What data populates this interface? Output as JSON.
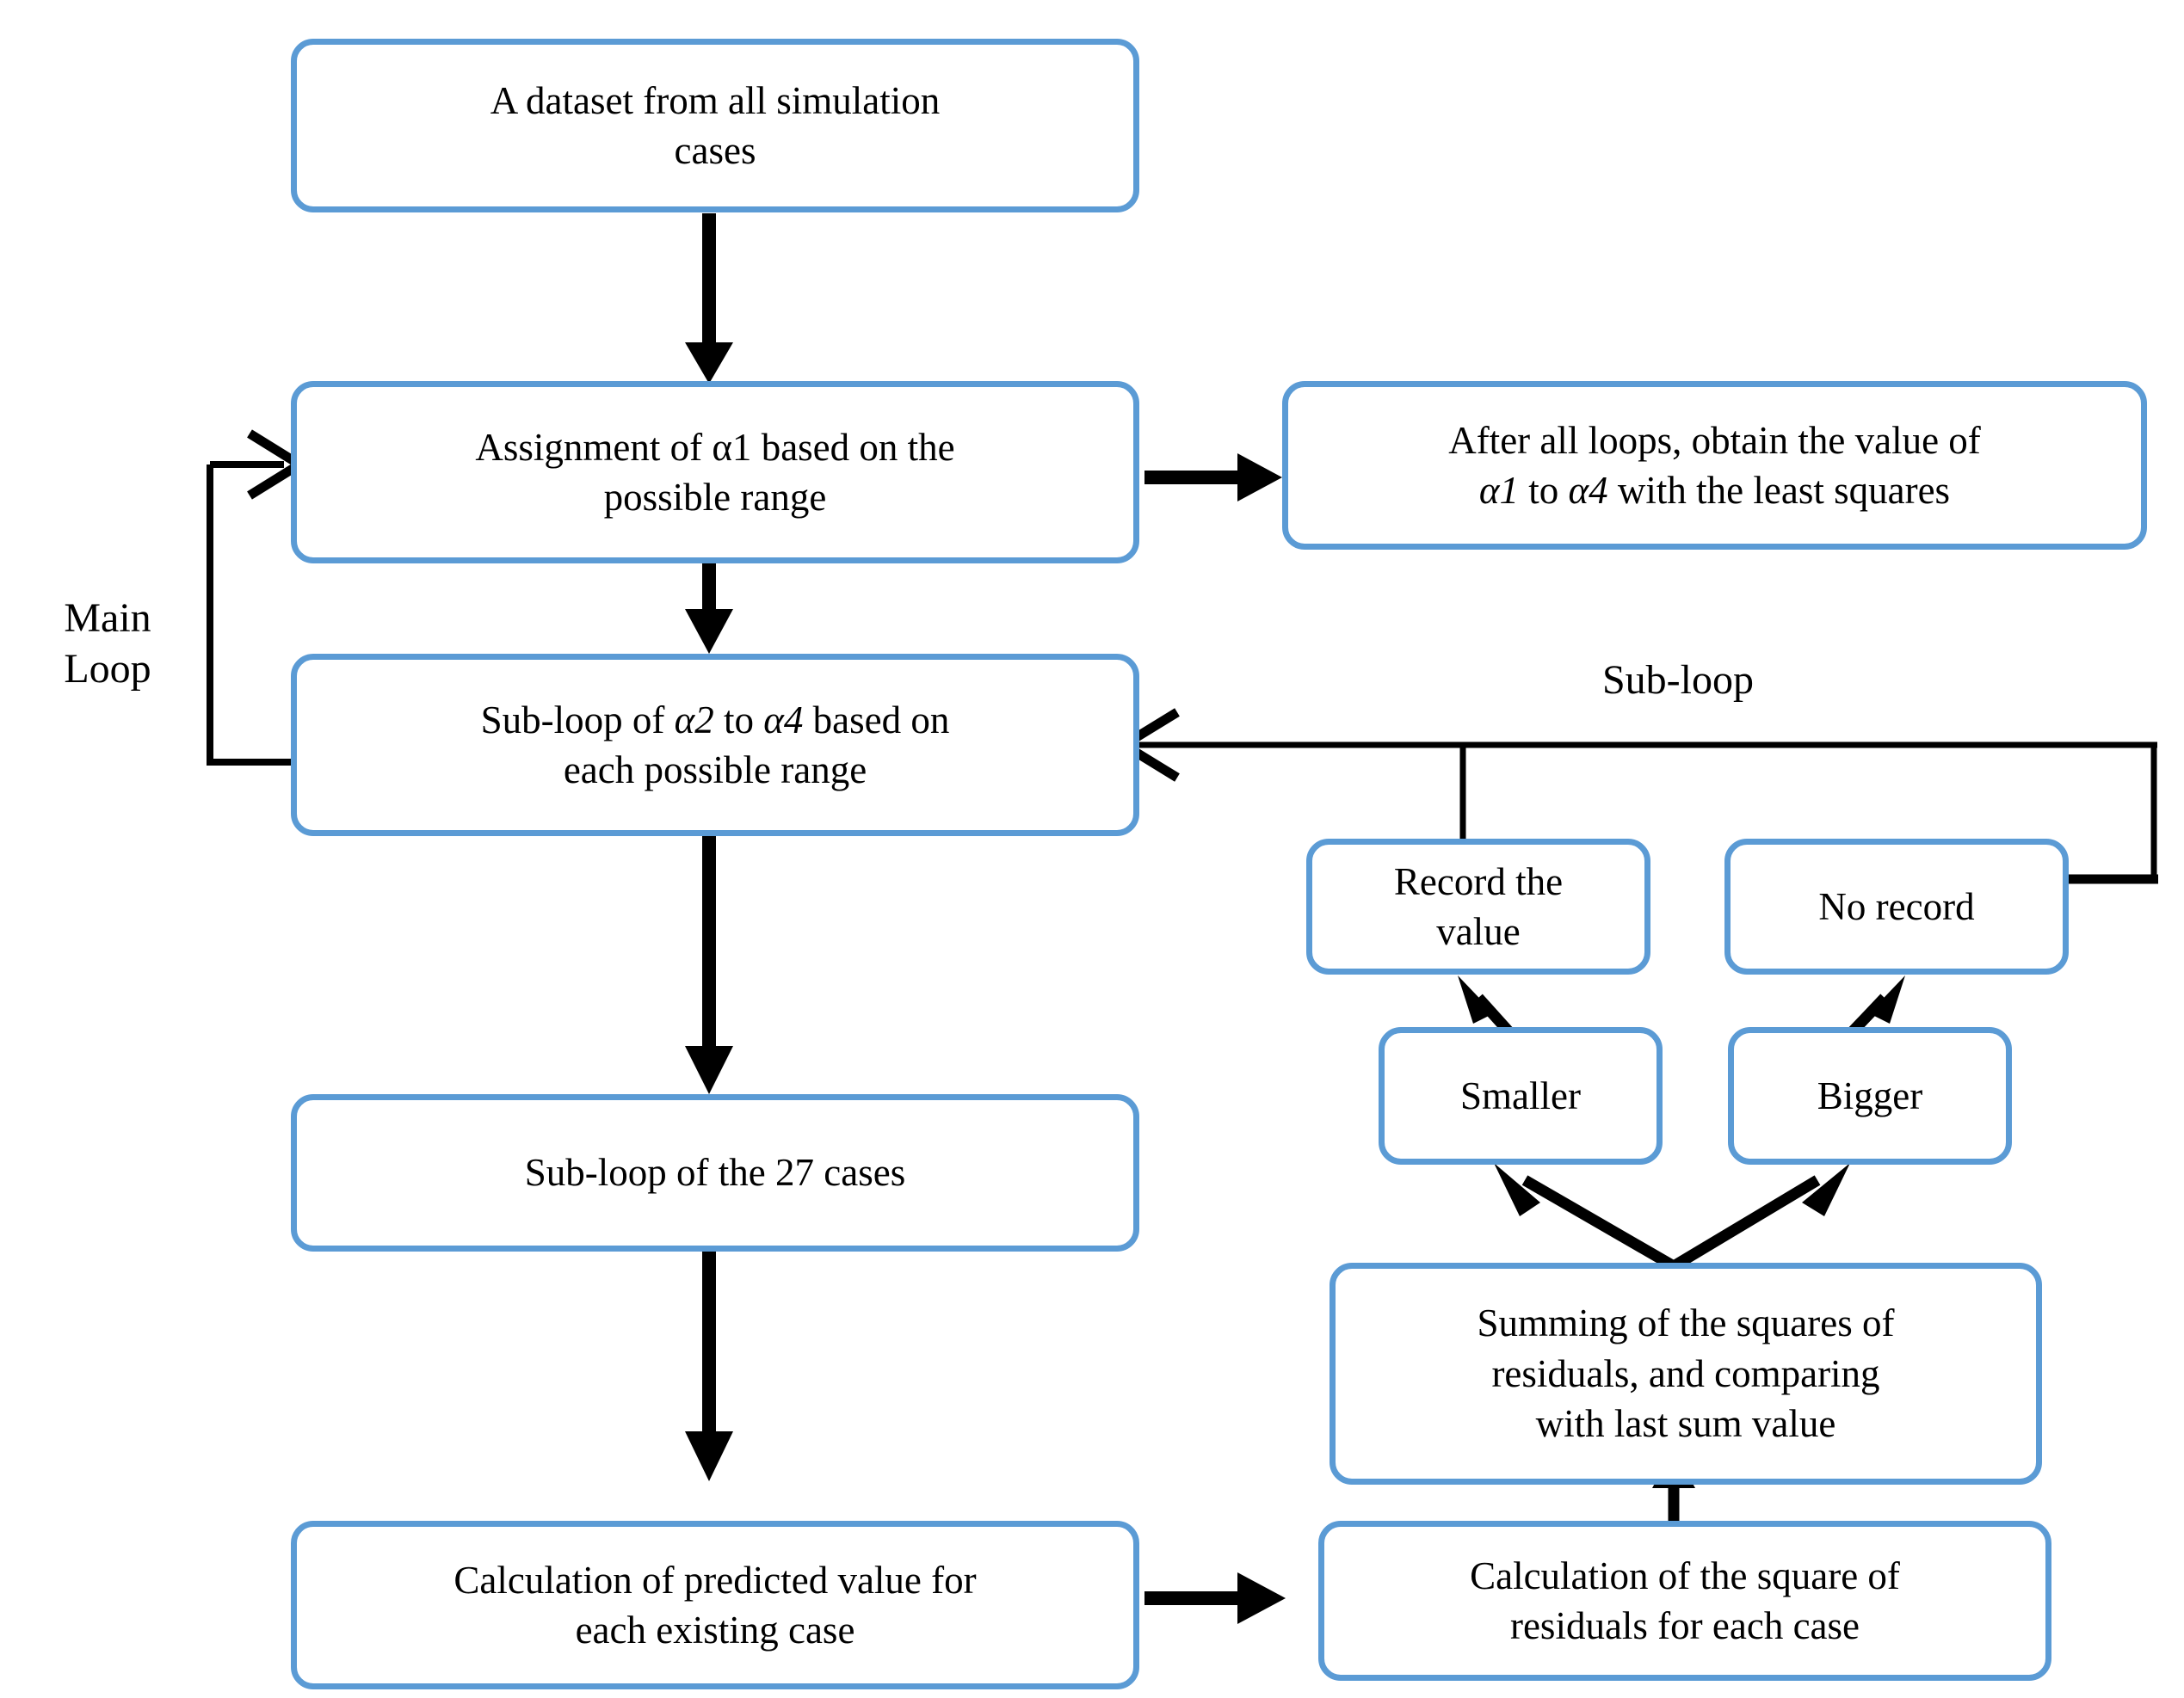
{
  "diagram": {
    "title_hidden": "",
    "colors": {
      "box_border": "#5B9BD5",
      "box_fill": "#FFFFFF",
      "arrow": "#000000",
      "text": "#000000",
      "background": "#FFFFFF"
    },
    "labels": [
      {
        "id": "main-loop",
        "text": "Main\nLoop"
      },
      {
        "id": "sub-loop",
        "text": "Sub-loop"
      }
    ],
    "nodes": [
      {
        "id": "dataset",
        "line1": "A dataset from all simulation",
        "line2": "cases"
      },
      {
        "id": "assignment",
        "line1_a": "Assignment of ",
        "line1_sym": "α1",
        "line1_b": " based on the",
        "line2": "possible range"
      },
      {
        "id": "after-loops",
        "line1": "After all loops, obtain the value of",
        "line2_a": "",
        "line2_sym1": "α1",
        "line2_mid": " to ",
        "line2_sym2": "α4",
        "line2_b": " with the least squares"
      },
      {
        "id": "sub-loop-alpha",
        "line1_a": "Sub-loop of ",
        "line1_sym1": "α2",
        "line1_mid": " to ",
        "line1_sym2": "α4",
        "line1_b": " based on",
        "line2": "each possible range"
      },
      {
        "id": "sub-loop-27",
        "line1": "Sub-loop of the 27 cases"
      },
      {
        "id": "calc-predicted",
        "line1": "Calculation of predicted value for",
        "line2": "each existing case"
      },
      {
        "id": "calc-residuals",
        "line1": "Calculation of the square of",
        "line2": "residuals for each case"
      },
      {
        "id": "summing",
        "line1": "Summing of the squares of",
        "line2": "residuals, and comparing",
        "line3": "with last sum value"
      },
      {
        "id": "smaller",
        "line1": "Smaller"
      },
      {
        "id": "bigger",
        "line1": "Bigger"
      },
      {
        "id": "record",
        "line1": "Record the",
        "line2": "value"
      },
      {
        "id": "no-record",
        "line1": "No record"
      }
    ],
    "edges": [
      {
        "id": "dataset-to-assignment",
        "from": "dataset",
        "to": "assignment",
        "kind": "arrow-down"
      },
      {
        "id": "assignment-to-after-loops",
        "from": "assignment",
        "to": "after-loops",
        "kind": "arrow-right"
      },
      {
        "id": "assignment-to-sub-loop-alpha",
        "from": "assignment",
        "to": "sub-loop-alpha",
        "kind": "arrow-down"
      },
      {
        "id": "sub-loop-alpha-to-sub-loop-27",
        "from": "sub-loop-alpha",
        "to": "sub-loop-27",
        "kind": "arrow-down"
      },
      {
        "id": "sub-loop-27-to-calc-predicted",
        "from": "sub-loop-27",
        "to": "calc-predicted",
        "kind": "arrow-down"
      },
      {
        "id": "calc-predicted-to-calc-residuals",
        "from": "calc-predicted",
        "to": "calc-residuals",
        "kind": "arrow-right"
      },
      {
        "id": "calc-residuals-to-summing",
        "from": "calc-residuals",
        "to": "summing",
        "kind": "arrow-up"
      },
      {
        "id": "summing-to-smaller",
        "from": "summing",
        "to": "smaller",
        "kind": "arrow-up-left"
      },
      {
        "id": "summing-to-bigger",
        "from": "summing",
        "to": "bigger",
        "kind": "arrow-up-right"
      },
      {
        "id": "smaller-to-record",
        "from": "smaller",
        "to": "record",
        "kind": "arrow-up-left"
      },
      {
        "id": "bigger-to-no-record",
        "from": "bigger",
        "to": "no-record",
        "kind": "arrow-up-right"
      },
      {
        "id": "record-to-sub-loop-alpha",
        "from": "record",
        "to": "sub-loop-alpha",
        "kind": "elbow-arrow-left"
      },
      {
        "id": "no-record-to-sub-loop-alpha",
        "from": "no-record",
        "to": "sub-loop-alpha",
        "kind": "elbow-arrow-left"
      },
      {
        "id": "sub-loop-alpha-to-assignment",
        "from": "sub-loop-alpha",
        "to": "assignment",
        "kind": "elbow-arrow-right-main-loop"
      }
    ]
  }
}
